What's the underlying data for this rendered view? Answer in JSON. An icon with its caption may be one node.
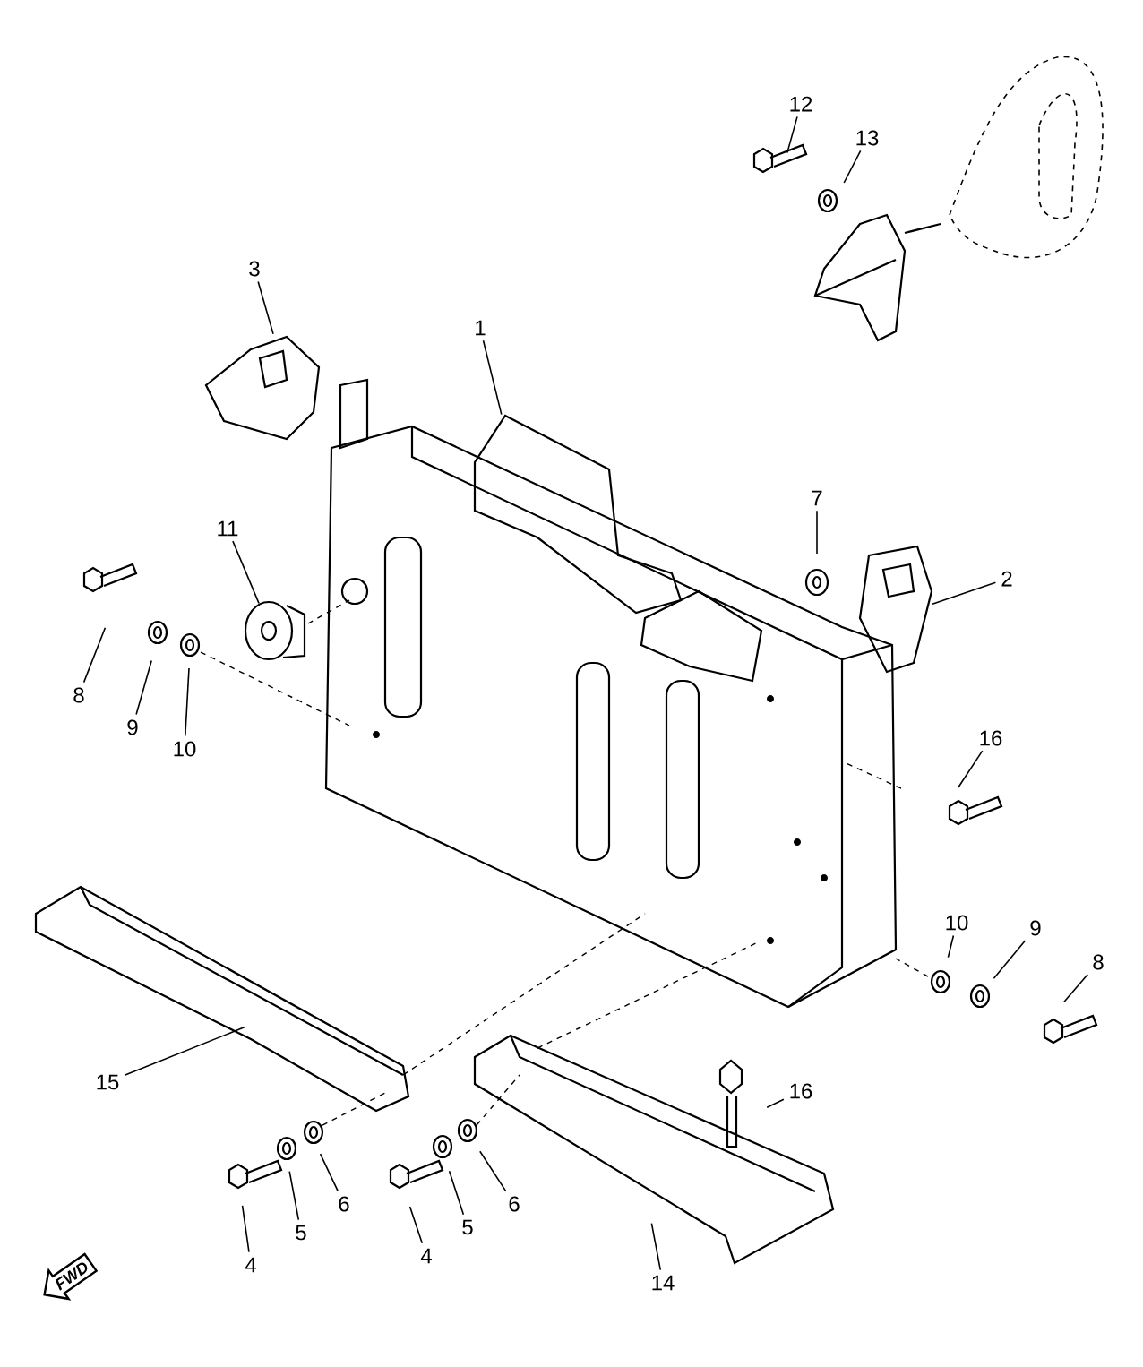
{
  "diagram": {
    "nodes": [
      {
        "text": [
          "3"
        ]
      },
      {
        "text": [
          "1"
        ]
      },
      {
        "text": [
          "12"
        ]
      },
      {
        "text": [
          "13"
        ]
      },
      {
        "text": [
          "7"
        ]
      },
      {
        "text": [
          "2"
        ]
      },
      {
        "text": [
          "11"
        ]
      },
      {
        "text": [
          "8"
        ]
      },
      {
        "text": [
          "9"
        ]
      },
      {
        "text": [
          "10"
        ]
      },
      {
        "text": [
          "16"
        ]
      },
      {
        "text": [
          "10"
        ]
      },
      {
        "text": [
          "9"
        ]
      },
      {
        "text": [
          "8"
        ]
      },
      {
        "text": [
          "15"
        ]
      },
      {
        "text": [
          "16"
        ]
      },
      {
        "text": [
          "4"
        ]
      },
      {
        "text": [
          "5"
        ]
      },
      {
        "text": [
          "6"
        ]
      },
      {
        "text": [
          "4"
        ]
      },
      {
        "text": [
          "5"
        ]
      },
      {
        "text": [
          "6"
        ]
      },
      {
        "text": [
          "14"
        ]
      },
      {
        "text": [
          "FWD"
        ]
      }
    ],
    "edges": [
      {
        "from": 0,
        "to": null,
        "arrow": "none"
      },
      {
        "from": 1,
        "to": null,
        "arrow": "none"
      },
      {
        "from": 2,
        "to": null,
        "arrow": "none"
      },
      {
        "from": 3,
        "to": null,
        "arrow": "none"
      },
      {
        "from": 4,
        "to": null,
        "arrow": "none"
      },
      {
        "from": 5,
        "to": null,
        "arrow": "none"
      },
      {
        "from": 6,
        "to": null,
        "arrow": "none"
      },
      {
        "from": 7,
        "to": null,
        "arrow": "none"
      },
      {
        "from": 8,
        "to": null,
        "arrow": "none"
      },
      {
        "from": 9,
        "to": null,
        "arrow": "none"
      },
      {
        "from": 10,
        "to": null,
        "arrow": "none"
      },
      {
        "from": 11,
        "to": null,
        "arrow": "none"
      },
      {
        "from": 12,
        "to": null,
        "arrow": "none"
      },
      {
        "from": 13,
        "to": null,
        "arrow": "none"
      },
      {
        "from": 14,
        "to": null,
        "arrow": "none"
      },
      {
        "from": 15,
        "to": null,
        "arrow": "none"
      },
      {
        "from": 16,
        "to": null,
        "arrow": "none"
      },
      {
        "from": 17,
        "to": null,
        "arrow": "none"
      },
      {
        "from": 18,
        "to": null,
        "arrow": "none"
      },
      {
        "from": 19,
        "to": null,
        "arrow": "none"
      },
      {
        "from": 20,
        "to": null,
        "arrow": "none"
      },
      {
        "from": 21,
        "to": null,
        "arrow": "none"
      },
      {
        "from": 22,
        "to": null,
        "arrow": "none"
      }
    ]
  }
}
